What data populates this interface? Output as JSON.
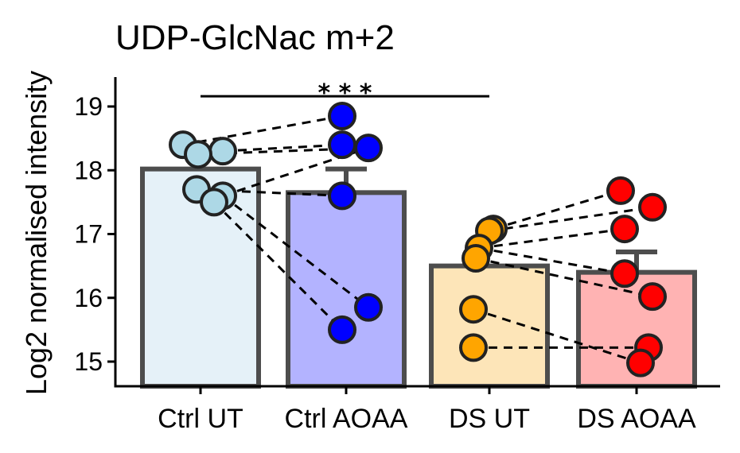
{
  "chart_data": {
    "type": "bar",
    "title": "UDP-GlcNac m+2",
    "xlabel": "",
    "ylabel": "Log2 normalised intensity",
    "ylim": [
      14.6,
      19.45
    ],
    "yticks": [
      15,
      16,
      17,
      18,
      19
    ],
    "categories": [
      "Ctrl UT",
      "Ctrl AOAA",
      "DS UT",
      "DS AOAA"
    ],
    "values": [
      18.02,
      17.65,
      16.5,
      16.4
    ],
    "error_upper": [
      18.02,
      18.02,
      16.5,
      16.72
    ],
    "bar_fill_colors": [
      "#e5f1f8",
      "#b3b3ff",
      "#fde5b8",
      "#ffb3b3"
    ],
    "point_colors": [
      "#add8e6",
      "#0000ff",
      "#ffa500",
      "#ff0000"
    ],
    "points": [
      [
        18.4,
        18.3,
        18.25,
        17.7,
        17.6,
        17.5
      ],
      [
        18.85,
        18.4,
        18.35,
        17.6,
        15.85,
        15.5
      ],
      [
        17.08,
        17.05,
        16.78,
        16.62,
        15.82,
        15.22
      ],
      [
        17.68,
        17.42,
        17.08,
        16.38,
        16.02,
        15.22,
        14.98
      ]
    ],
    "pairs": [
      {
        "from_group": 0,
        "from": 18.4,
        "to_group": 1,
        "to": 18.85
      },
      {
        "from_group": 0,
        "from": 18.3,
        "to_group": 1,
        "to": 18.4
      },
      {
        "from_group": 0,
        "from": 18.25,
        "to_group": 1,
        "to": 18.35
      },
      {
        "from_group": 0,
        "from": 17.6,
        "to_group": 1,
        "to": 18.35
      },
      {
        "from_group": 0,
        "from": 17.7,
        "to_group": 1,
        "to": 17.6
      },
      {
        "from_group": 0,
        "from": 17.6,
        "to_group": 1,
        "to": 15.85
      },
      {
        "from_group": 0,
        "from": 17.5,
        "to_group": 1,
        "to": 15.5
      },
      {
        "from_group": 2,
        "from": 17.08,
        "to_group": 3,
        "to": 17.68
      },
      {
        "from_group": 2,
        "from": 17.05,
        "to_group": 3,
        "to": 17.42
      },
      {
        "from_group": 2,
        "from": 16.78,
        "to_group": 3,
        "to": 17.08
      },
      {
        "from_group": 2,
        "from": 16.78,
        "to_group": 3,
        "to": 16.38
      },
      {
        "from_group": 2,
        "from": 16.62,
        "to_group": 3,
        "to": 16.02
      },
      {
        "from_group": 2,
        "from": 15.82,
        "to_group": 3,
        "to": 14.98
      },
      {
        "from_group": 2,
        "from": 15.22,
        "to_group": 3,
        "to": 15.22
      }
    ],
    "significance": {
      "from": "Ctrl UT",
      "to": "DS UT",
      "label": "* * *",
      "y": 19.16
    },
    "grid": false,
    "legend": "none"
  }
}
